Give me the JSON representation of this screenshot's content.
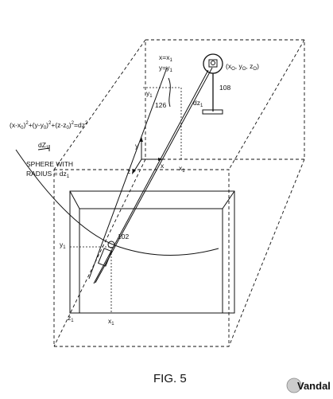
{
  "figure": {
    "caption": "FIG. 5",
    "watermark": "Vandal",
    "labels": {
      "eq_x": "x=x",
      "eq_x_sub": "1",
      "eq_y": "y=y",
      "eq_y_sub": "1",
      "y1_upper": "y",
      "y1_upper_sub": "1",
      "ref_126": "126",
      "ref_108": "108",
      "ref_102": "102",
      "dz1": "dz",
      "dz1_sub": "1",
      "dz1_left": "dZ",
      "dz1_left_sub": "1",
      "point": "(x",
      "point_rest": "O",
      "point_y": ", y",
      "point_y_sub": "O",
      "point_z": ", z",
      "point_z_sub": "O",
      "point_close": ")",
      "sphere_eq": "(x-x",
      "sphere_eq_rest": "0",
      "sphere_eq_2": ")",
      "sphere_eq_3": "+(y-y",
      "sphere_eq_4": "0",
      "sphere_eq_5": ")",
      "sphere_eq_6": "+(z-z",
      "sphere_eq_7": "0",
      "sphere_eq_8": ")",
      "sphere_eq_9": "=dz",
      "sphere_eq_10": "2",
      "sup2": "2",
      "sphere_line1": "SPHERE WITH",
      "sphere_line2": "RADIUS = dz",
      "sphere_line2_sub": "1",
      "axis_y": "y",
      "axis_z": "z",
      "axis_x": "x",
      "axis_x1": "x",
      "axis_x1_sub": "1",
      "y1_lower": "y",
      "y1_lower_sub": "1",
      "z1_lower": "z",
      "z1_lower_sub": "1",
      "x1_lower": "x",
      "x1_lower_sub": "1"
    }
  }
}
